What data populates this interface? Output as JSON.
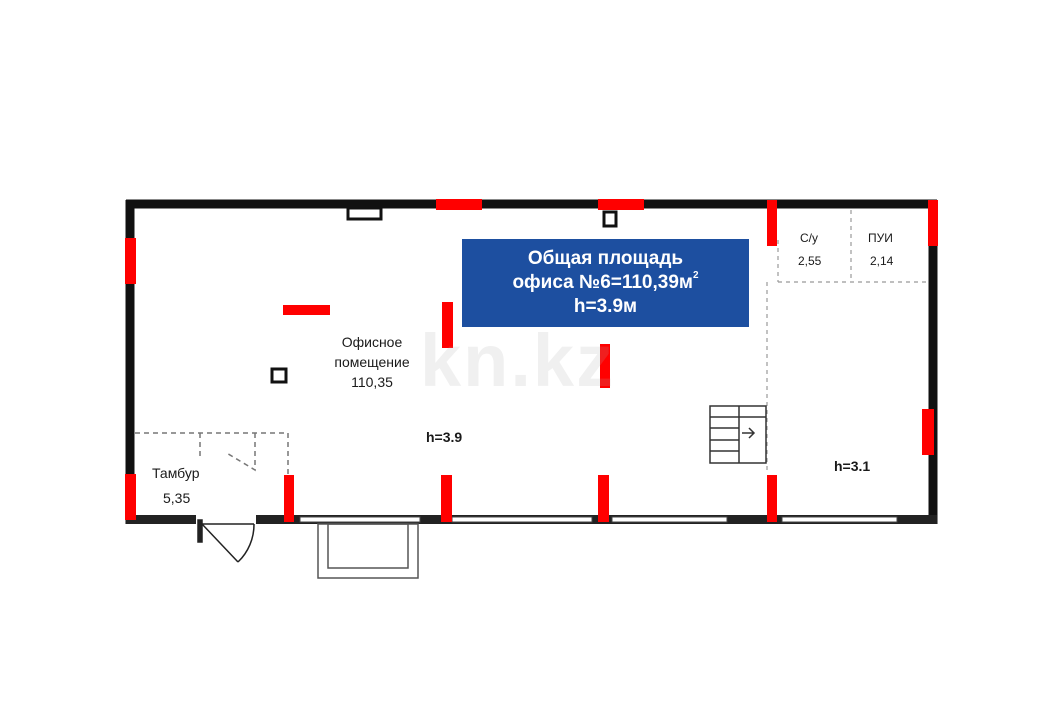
{
  "banner": {
    "line1": "Общая площадь",
    "line2_prefix": "офиса №6=110,39м",
    "line2_sup": "2",
    "line3": "h=3.9м"
  },
  "rooms": {
    "office": {
      "name_line1": "Офисное",
      "name_line2": "помещение",
      "area": "110,35"
    },
    "vestibule": {
      "name": "Тамбур",
      "area": "5,35"
    },
    "wc": {
      "name": "С/у",
      "area": "2,55"
    },
    "utility": {
      "name": "ПУИ",
      "area": "2,14"
    }
  },
  "heights": {
    "main": "h=3.9",
    "right": "h=3.1"
  },
  "watermark": "kn.kz",
  "colors": {
    "wall": "#000000",
    "column": "#ff0000",
    "banner_bg": "#1d4fa0",
    "banner_text": "#ffffff"
  }
}
